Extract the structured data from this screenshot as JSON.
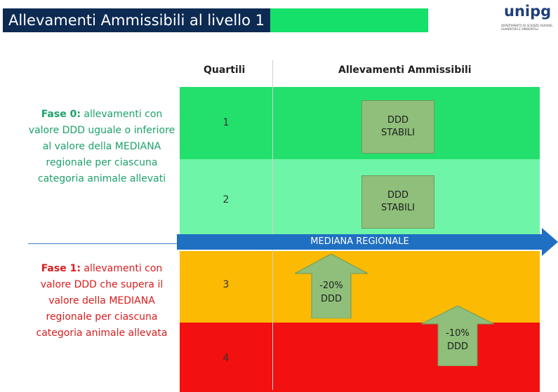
{
  "title": "Allevamenti Ammissibili al livello 1",
  "logo": {
    "name": "unipg",
    "subtitle": "DIPARTIMENTO DI SCIENZE AGRARIE, ALIMENTARI E AMBIENTALI"
  },
  "headers": {
    "quartiles": "Quartili",
    "eligible": "Allevamenti Ammissibili"
  },
  "rows": [
    {
      "quartile": "1",
      "color": "#22e06b"
    },
    {
      "quartile": "2",
      "color": "#6ef5a8"
    },
    {
      "quartile": "3",
      "color": "#fcba03"
    },
    {
      "quartile": "4",
      "color": "#f21010"
    }
  ],
  "boxes": {
    "q1_line1": "DDD",
    "q1_line2": "STABILI",
    "q2_line1": "DDD",
    "q2_line2": "STABILI"
  },
  "arrows": {
    "q3_line1": "-20%",
    "q3_line2": "DDD",
    "q4_line1": "-10%",
    "q4_line2": "DDD"
  },
  "median_label": "MEDIANA REGIONALE",
  "phase0": {
    "label": "Fase 0:",
    "text": " allevamenti con valore DDD uguale o inferiore al valore della MEDIANA regionale per ciascuna categoria animale allevati"
  },
  "phase1": {
    "label": "Fase 1:",
    "text": " allevamenti con valore DDD che supera il valore della MEDIANA regionale per ciascuna categoria animale allevata"
  }
}
